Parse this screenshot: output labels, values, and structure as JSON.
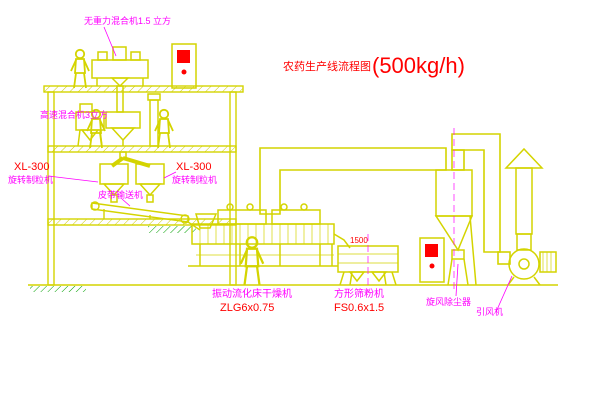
{
  "diagram": {
    "title": "农药生产线流程图",
    "capacity": "(500kg/h)"
  },
  "labels": {
    "gravity_mixer": "无重力混合机1.5 立方",
    "high_speed_mixer": "高速混合机3立方",
    "granulator_left_model": "XL-300",
    "granulator_left_name": "旋转制粒机",
    "granulator_right_model": "XL-300",
    "granulator_right_name": "旋转制粒机",
    "belt_conveyor": "皮带输送机",
    "dryer_name": "振动流化床干燥机",
    "dryer_model": "ZLG6x0.75",
    "sieve_dim": "1500",
    "sieve_name": "方形筛粉机",
    "sieve_model": "FS0.6x1.5",
    "cyclone": "旋风除尘器",
    "fan": "引风机"
  },
  "colors": {
    "line_yellow": "#d4d400",
    "hatch_green": "#00a000",
    "text_red": "#ff0000",
    "text_magenta": "#ff00ff",
    "background": "#ffffff"
  }
}
